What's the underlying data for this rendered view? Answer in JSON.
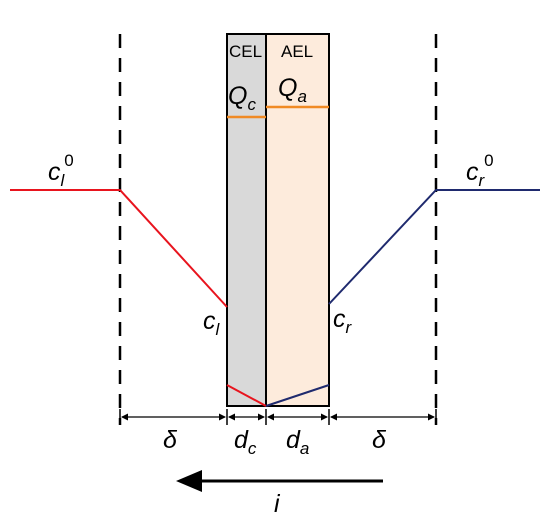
{
  "colors": {
    "left_profile": "#e8141e",
    "right_profile": "#1f2a6e",
    "cel_fill": "#d9d9d9",
    "ael_fill": "#fdebdc",
    "fixed_charge_line": "#f08a24",
    "boundary_dash": "#000000"
  },
  "labels": {
    "cel": "CEL",
    "ael": "AEL",
    "q_c": {
      "base": "Q",
      "sub": "c"
    },
    "q_a": {
      "base": "Q",
      "sub": "a"
    },
    "c_l0": {
      "base": "c",
      "sub": "l",
      "sup": "0"
    },
    "c_r0": {
      "base": "c",
      "sub": "r",
      "sup": "0"
    },
    "c_l": {
      "base": "c",
      "sub": "l"
    },
    "c_r": {
      "base": "c",
      "sub": "r"
    },
    "delta_left": "δ",
    "delta_right": "δ",
    "d_c": {
      "base": "d",
      "sub": "c"
    },
    "d_a": {
      "base": "d",
      "sub": "a"
    },
    "current": "i"
  }
}
